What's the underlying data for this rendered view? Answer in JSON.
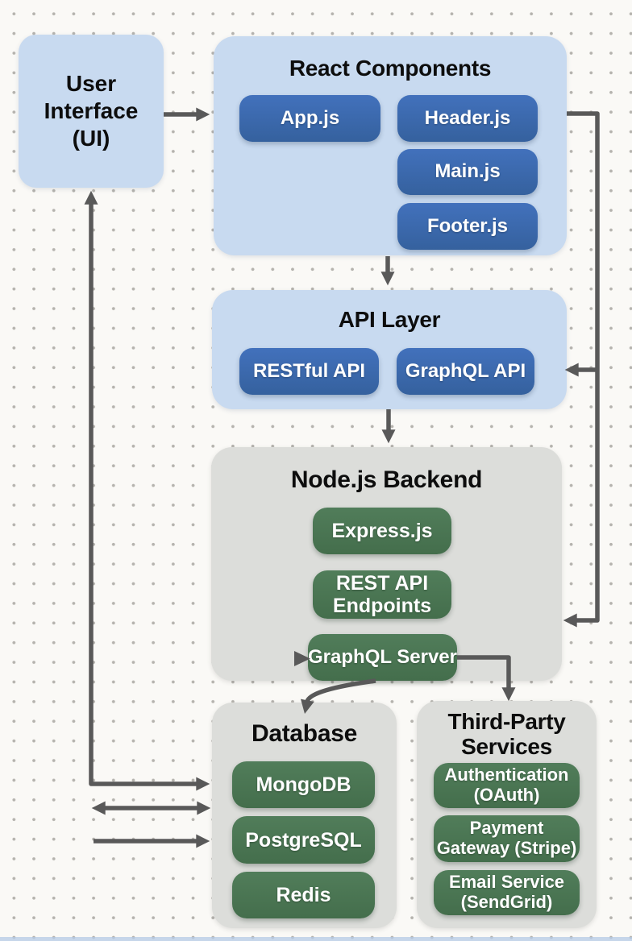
{
  "diagram": {
    "ui": {
      "lines": [
        "User",
        "Interface",
        "(UI)"
      ]
    },
    "react": {
      "title": "React Components",
      "items": [
        "App.js",
        "Header.js",
        "Main.js",
        "Footer.js"
      ]
    },
    "api": {
      "title": "API Layer",
      "items": [
        "RESTful API",
        "GraphQL API"
      ]
    },
    "backend": {
      "title": "Node.js Backend",
      "pills": [
        [
          "Express.js"
        ],
        [
          "REST API",
          "Endpoints"
        ],
        [
          "GraphQL Server"
        ]
      ]
    },
    "database": {
      "title": "Database",
      "items": [
        "MongoDB",
        "PostgreSQL",
        "Redis"
      ]
    },
    "third_party": {
      "title_lines": [
        "Third-Party",
        "Services"
      ],
      "pills": [
        [
          "Authentication",
          "(OAuth)"
        ],
        [
          "Payment",
          "Gateway (Stripe)"
        ],
        [
          "Email Service",
          "(SendGrid)"
        ]
      ]
    },
    "colors": {
      "container_blue": "#c8daf0",
      "pill_blue": "#3a68b3",
      "container_gray": "#dcddda",
      "pill_green": "#4a7553",
      "arrow": "#595959",
      "title_text": "#0d0d0d",
      "pill_text": "#ffffff"
    }
  }
}
